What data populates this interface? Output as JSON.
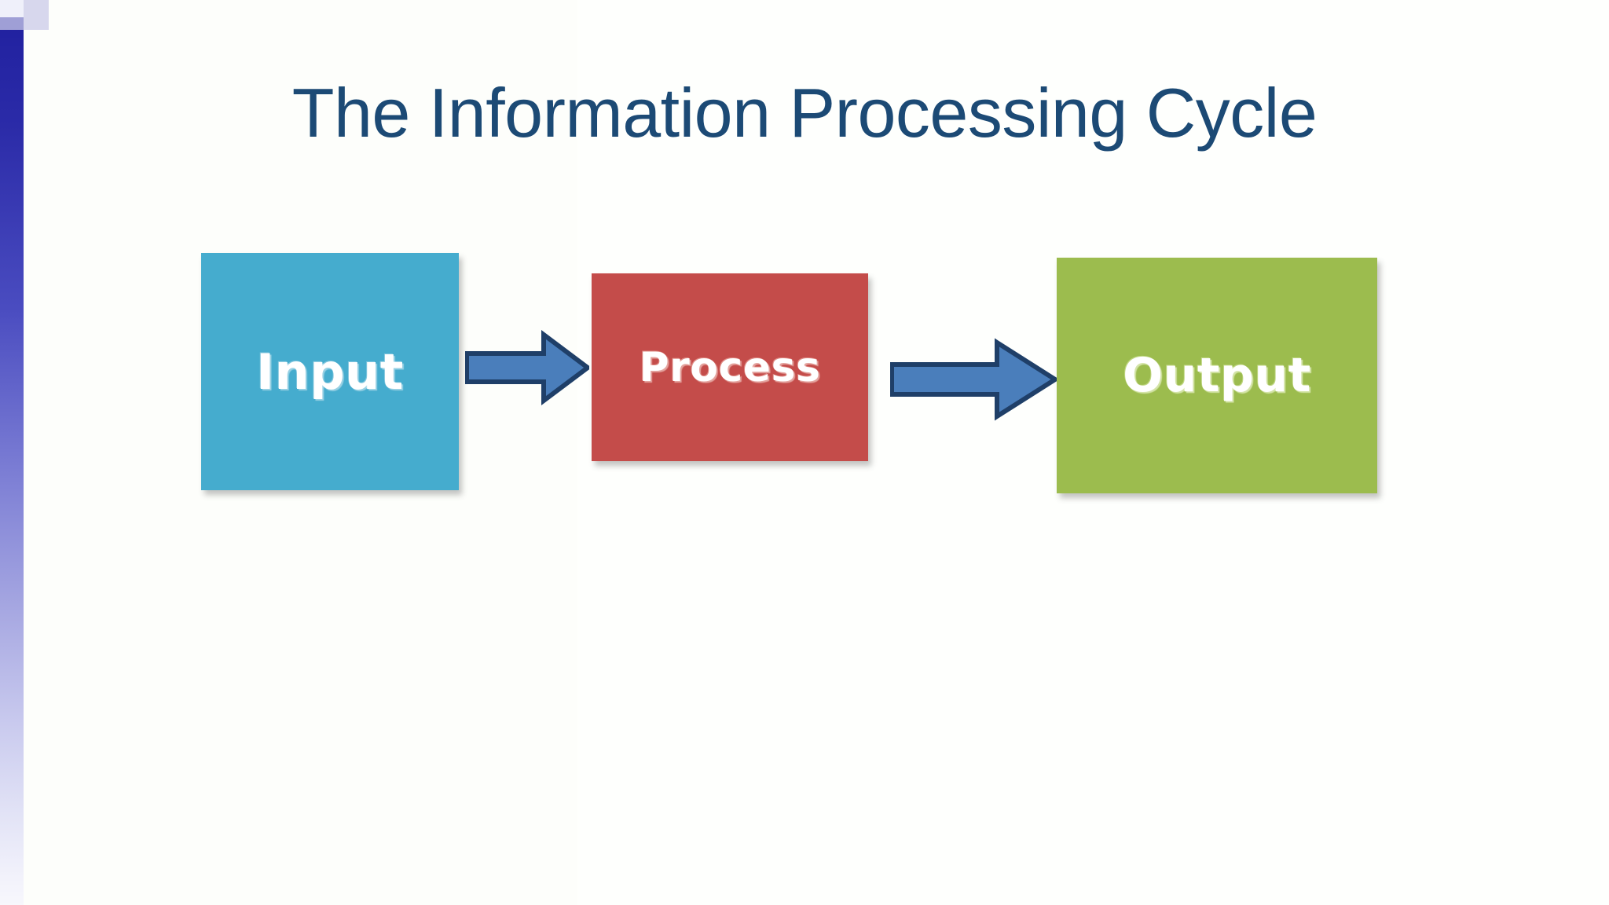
{
  "slide": {
    "title": "The Information Processing Cycle",
    "background_color": "#fdfefb",
    "title_color": "#1c4a75",
    "edge_bar_colors": [
      "#1f1f9e",
      "#7b7dd4",
      "#f2f2fb"
    ]
  },
  "diagram": {
    "type": "flow",
    "direction": "left-to-right",
    "stages": [
      {
        "label": "Input",
        "fill_color": "#45acce",
        "text_color": "#ffffff",
        "frame_color": "#ffffff",
        "shape": "square"
      },
      {
        "label": "Process",
        "fill_color": "#c44c4a",
        "text_color": "#ffffff",
        "frame_color": "#ffffff",
        "shape": "rectangle"
      },
      {
        "label": "Output",
        "fill_color": "#9cbc4e",
        "text_color": "#ffffff",
        "frame_color": "#ffffff",
        "shape": "rectangle"
      }
    ],
    "connectors": [
      {
        "icon": "right-arrow-icon",
        "from": "Input",
        "to": "Process",
        "fill_color": "#4a7ebb",
        "border_color": "#1f3f68"
      },
      {
        "icon": "right-arrow-icon",
        "from": "Process",
        "to": "Output",
        "fill_color": "#4a7ebb",
        "border_color": "#1f3f68"
      }
    ]
  }
}
